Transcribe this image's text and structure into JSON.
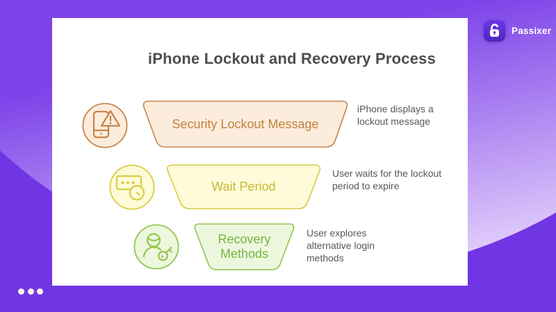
{
  "brand": {
    "name": "Passixer"
  },
  "title": "iPhone Lockout and Recovery Process",
  "steps": [
    {
      "label": "Security Lockout Message",
      "description": "iPhone displays a lockout message",
      "icon": "phone-alert-icon",
      "text_color": "#c2813e",
      "fill_color": "#fcecdc",
      "border_color": "#c5844a"
    },
    {
      "label": "Wait Period",
      "description": "User waits for the lockout period to expire",
      "icon": "passcode-clock-icon",
      "text_color": "#c6b832",
      "fill_color": "#fdfbd8",
      "border_color": "#d9cc45"
    },
    {
      "label": "Recovery Methods",
      "description": "User explores alternative login methods",
      "icon": "user-key-icon",
      "text_color": "#74b53e",
      "fill_color": "#edf7de",
      "border_color": "#90c64c"
    }
  ],
  "colors": {
    "background": "#7136e3",
    "card": "#ffffff",
    "title": "#4d4d4d",
    "description": "#585858",
    "decor_circle_from": "#7e44e9",
    "decor_circle_to": "#ecdcfc",
    "dots": "#fdf2ea",
    "logo_tile_from": "#6b38e6",
    "logo_tile_to": "#4f24c4",
    "brand_text": "#ffffff"
  }
}
